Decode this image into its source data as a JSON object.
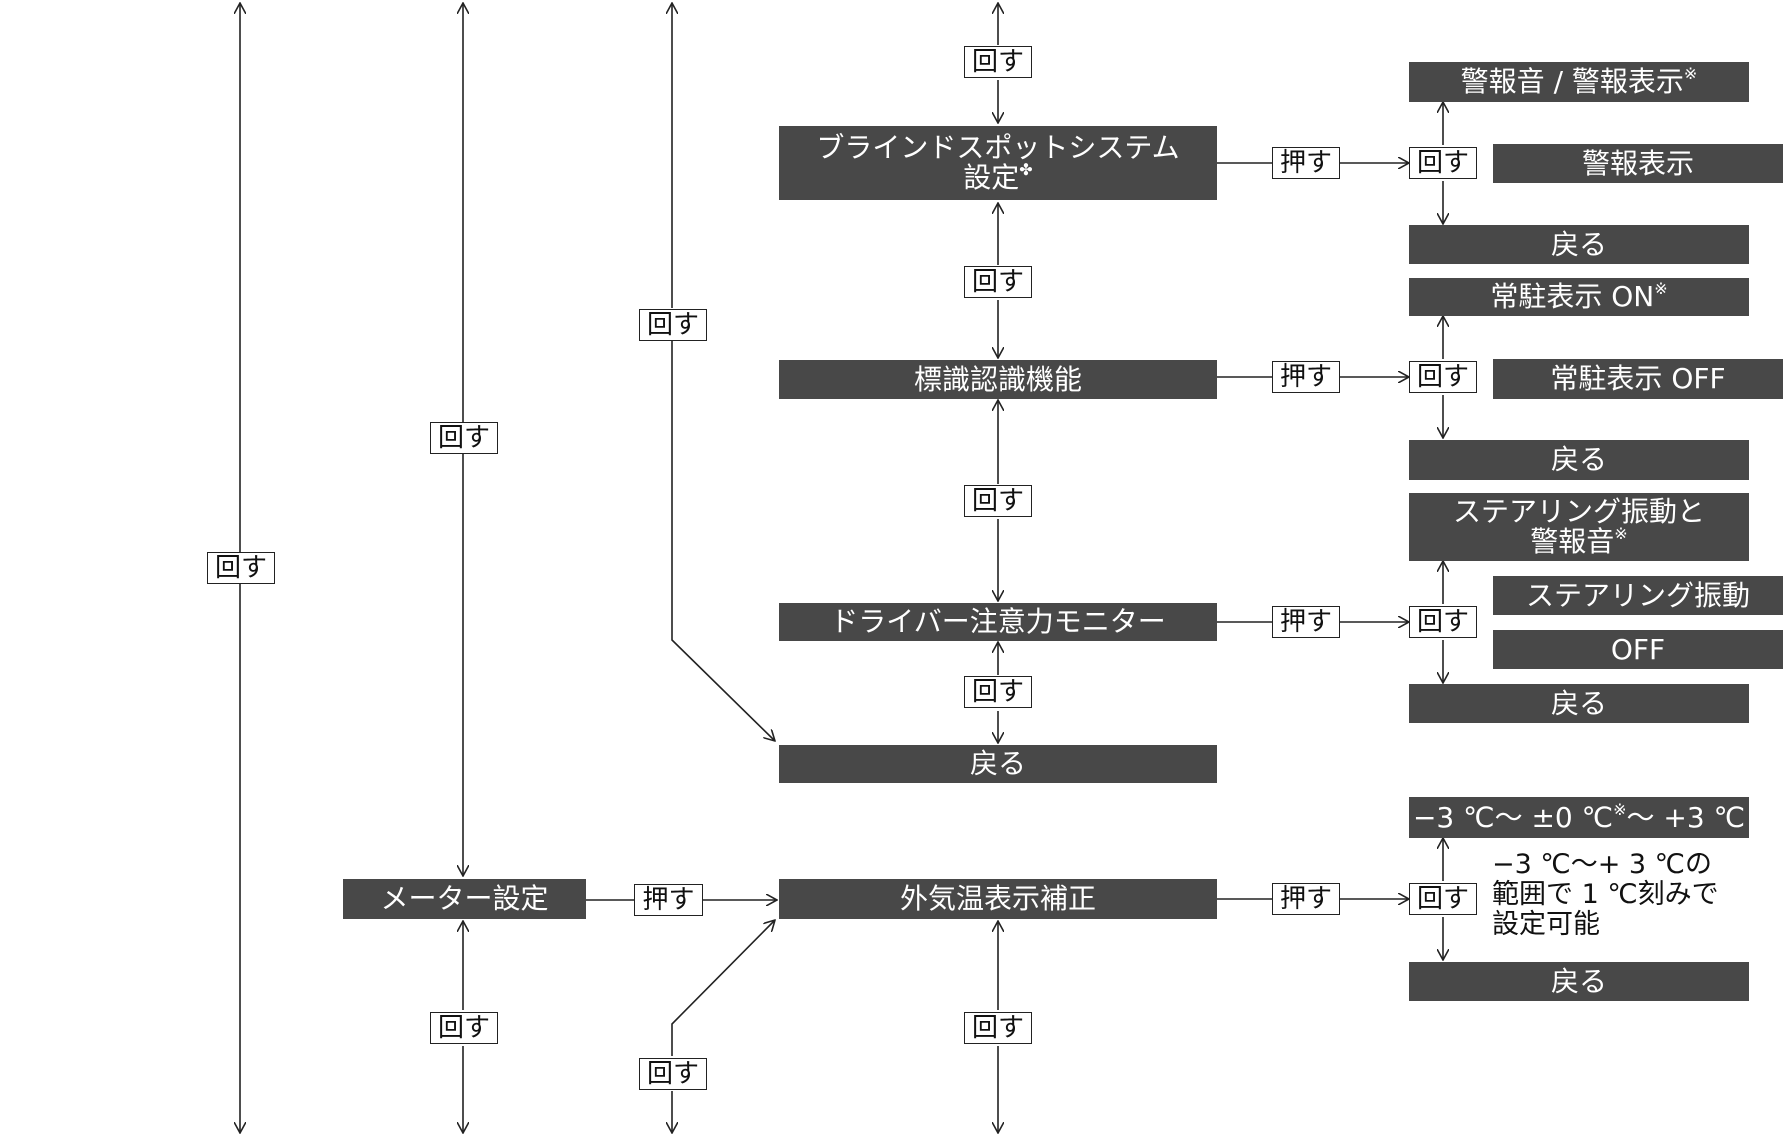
{
  "colors": {
    "box_fill": "#484848",
    "box_text": "#ffffff",
    "line": "#222222",
    "label_border": "#222222"
  },
  "actions": {
    "turn": "回す",
    "push": "押す"
  },
  "items": {
    "blind_spot": {
      "line1": "ブラインドスポットシステム",
      "line2": "設定",
      "mark": "✤"
    },
    "sign_recognition": "標識認識機能",
    "driver_attention": "ドライバー注意力モニター",
    "back": "戻る",
    "meter_settings": "メーター設定",
    "outside_temp": "外気温表示補正"
  },
  "blind_spot_options": {
    "sound_display": "警報音 / 警報表示",
    "display_only": "警報表示",
    "back": "戻る"
  },
  "sign_options": {
    "always_on": "常駐表示 ON",
    "always_off": "常駐表示 OFF",
    "back": "戻る"
  },
  "attention_options": {
    "vibration_sound_line1": "ステアリング振動と",
    "vibration_sound_line2": "警報音",
    "vibration": "ステアリング振動",
    "off": "OFF",
    "back": "戻る"
  },
  "temp_options": {
    "range": "−3 ℃〜 ±0 ℃",
    "range_end": "〜 +3 ℃",
    "note_line1": "−3 ℃〜+ 3 ℃の",
    "note_line2": "範囲で 1 ℃刻みで",
    "note_line3": "設定可能",
    "back": "戻る"
  },
  "default_mark": "※"
}
